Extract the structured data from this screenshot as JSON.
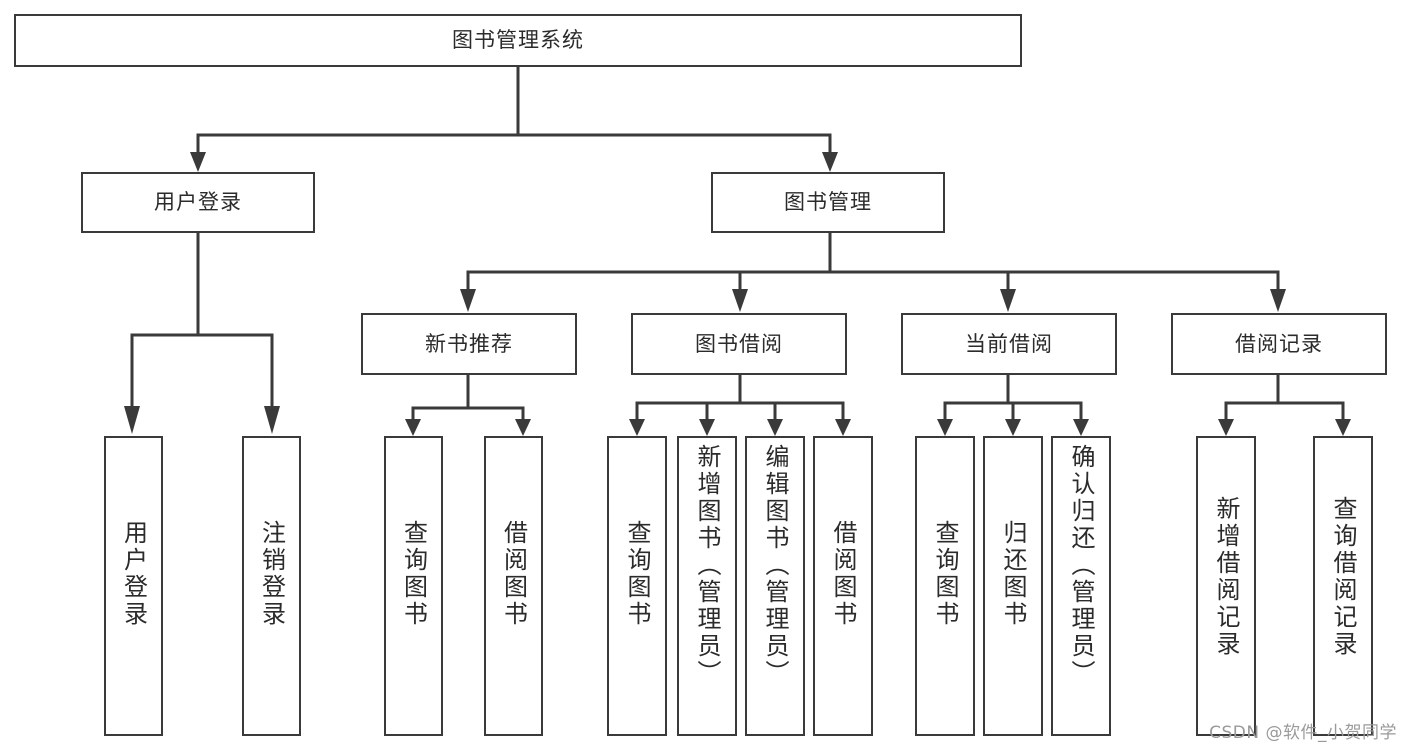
{
  "diagram": {
    "title": "图书管理系统",
    "type": "tree-hierarchy-diagram",
    "colors": {
      "box_border": "#3a3a3a",
      "box_fill": "#ffffff",
      "connector": "#3a3a3a",
      "text": "#2b2b2b",
      "watermark": "#9a9a9a",
      "background": "#ffffff"
    },
    "root": {
      "label": "图书管理系统"
    },
    "level2": [
      {
        "label": "用户登录"
      },
      {
        "label": "图书管理"
      }
    ],
    "level3": [
      {
        "label": "新书推荐"
      },
      {
        "label": "图书借阅"
      },
      {
        "label": "当前借阅"
      },
      {
        "label": "借阅记录"
      }
    ],
    "leaves": {
      "user_login": [
        {
          "label": "用户登录"
        },
        {
          "label": "注销登录"
        }
      ],
      "new_book_recommend": [
        {
          "label": "查询图书"
        },
        {
          "label": "借阅图书"
        }
      ],
      "book_borrow": [
        {
          "label": "查询图书"
        },
        {
          "label": "新增图书（管理员）"
        },
        {
          "label": "编辑图书（管理员）"
        },
        {
          "label": "借阅图书"
        }
      ],
      "current_borrow": [
        {
          "label": "查询图书"
        },
        {
          "label": "归还图书"
        },
        {
          "label": "确认归还（管理员）"
        }
      ],
      "borrow_record": [
        {
          "label": "新增借阅记录"
        },
        {
          "label": "查询借阅记录"
        }
      ]
    }
  },
  "watermark": {
    "text": "CSDN @软件_小贺同学"
  }
}
